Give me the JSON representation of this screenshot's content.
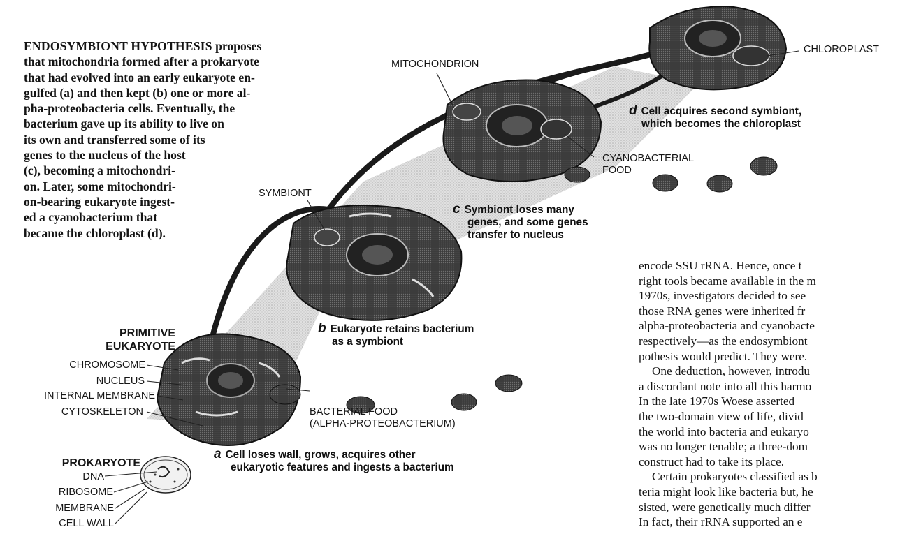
{
  "caption": {
    "lead": "ENDOSYMBIONT HYPOTHESIS",
    "lines": [
      " proposes",
      "that mitochondria formed after a prokaryote",
      "that had evolved into an early eukaryote en-",
      "gulfed (a) and then kept (b) one or more al-",
      "pha-proteobacteria cells. Eventually, the",
      "bacterium gave up its ability to live on",
      "its own and transferred some of its",
      "genes to the nucleus of the host",
      "(c), becoming a mitochondri-",
      "on. Later, some mitochondri-",
      "on-bearing eukaryote ingest-",
      "ed a cyanobacterium that",
      "became the chloroplast (d)."
    ]
  },
  "labels": {
    "mitochondrion": "MITOCHONDRION",
    "chloroplast": "CHLOROPLAST",
    "symbiont": "SYMBIONT",
    "cyanobacterial_food_1": "CYANOBACTERIAL",
    "cyanobacterial_food_2": "FOOD",
    "bacterial_food_1": "BACTERIAL FOOD",
    "bacterial_food_2": "(ALPHA-PROTEOBACTERIUM)",
    "primitive_1": "PRIMITIVE",
    "primitive_2": "EUKARYOTE",
    "chromosome": "CHROMOSOME",
    "nucleus": "NUCLEUS",
    "internal_membrane": "INTERNAL MEMBRANE",
    "cytoskeleton": "CYTOSKELETON",
    "prokaryote": "PROKARYOTE",
    "dna": "DNA",
    "ribosome": "RIBOSOME",
    "membrane": "MEMBRANE",
    "cell_wall": "CELL WALL"
  },
  "steps": {
    "a": {
      "letter": "a",
      "line1": "Cell loses wall, grows, acquires other",
      "line2": "eukaryotic features and ingests a bacterium"
    },
    "b": {
      "letter": "b",
      "line1": "Eukaryote retains bacterium",
      "line2": "as a symbiont"
    },
    "c": {
      "letter": "c",
      "line1": "Symbiont loses many",
      "line2": "genes, and some genes",
      "line3": "transfer to nucleus"
    },
    "d": {
      "letter": "d",
      "line1": "Cell acquires second symbiont,",
      "line2": "which becomes the chloroplast"
    }
  },
  "body_text": {
    "lines": [
      "encode SSU rRNA. Hence, once t",
      "right tools became available in the m",
      "1970s, investigators decided to see",
      "those RNA genes were inherited fr",
      "alpha-proteobacteria and cyanobacte",
      "respectively—as the endosymbiont",
      "pothesis would predict. They were.",
      "One deduction, however, introdu",
      "a discordant note into all this harmo",
      "In the late 1970s Woese asserted",
      "the two-domain view of life, divid",
      "the world into bacteria and eukaryo",
      "was no longer tenable; a three-dom",
      "construct had to take its place.",
      "Certain prokaryotes classified as b",
      "teria might look like bacteria but, he",
      "sisted, were genetically much differ",
      "In fact, their rRNA supported an e"
    ]
  },
  "colors": {
    "ink": "#141414",
    "cell_dark": "#3a3a3a",
    "cell_mid": "#6a6a6a",
    "band": "#cfcfcf"
  }
}
